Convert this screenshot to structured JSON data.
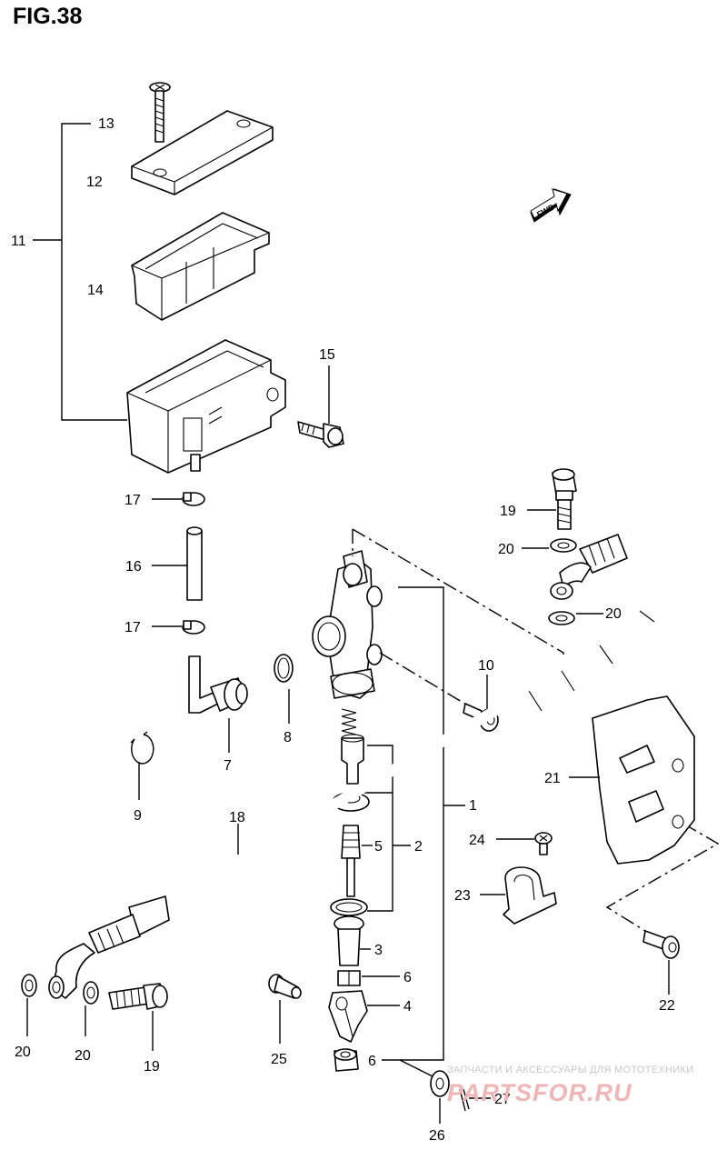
{
  "figure": {
    "title": "FIG.38"
  },
  "fwd_label": "FWD",
  "watermark": {
    "text": "ЗАПЧАСТИ И АКСЕССУАРЫ ДЛЯ МОТОТЕХНИКИ",
    "logo": "PARTSFOR.RU"
  },
  "callouts": {
    "c1": "1",
    "c2": "2",
    "c3": "3",
    "c4": "4",
    "c5": "5",
    "c6a": "6",
    "c6b": "6",
    "c7": "7",
    "c8": "8",
    "c9": "9",
    "c10": "10",
    "c11": "11",
    "c12": "12",
    "c13": "13",
    "c14": "14",
    "c15": "15",
    "c16": "16",
    "c17a": "17",
    "c17b": "17",
    "c18": "18",
    "c19a": "19",
    "c19b": "19",
    "c20a": "20",
    "c20b": "20",
    "c20c": "20",
    "c20d": "20",
    "c21": "21",
    "c22": "22",
    "c23": "23",
    "c24": "24",
    "c25": "25",
    "c26": "26",
    "c27": "27"
  }
}
